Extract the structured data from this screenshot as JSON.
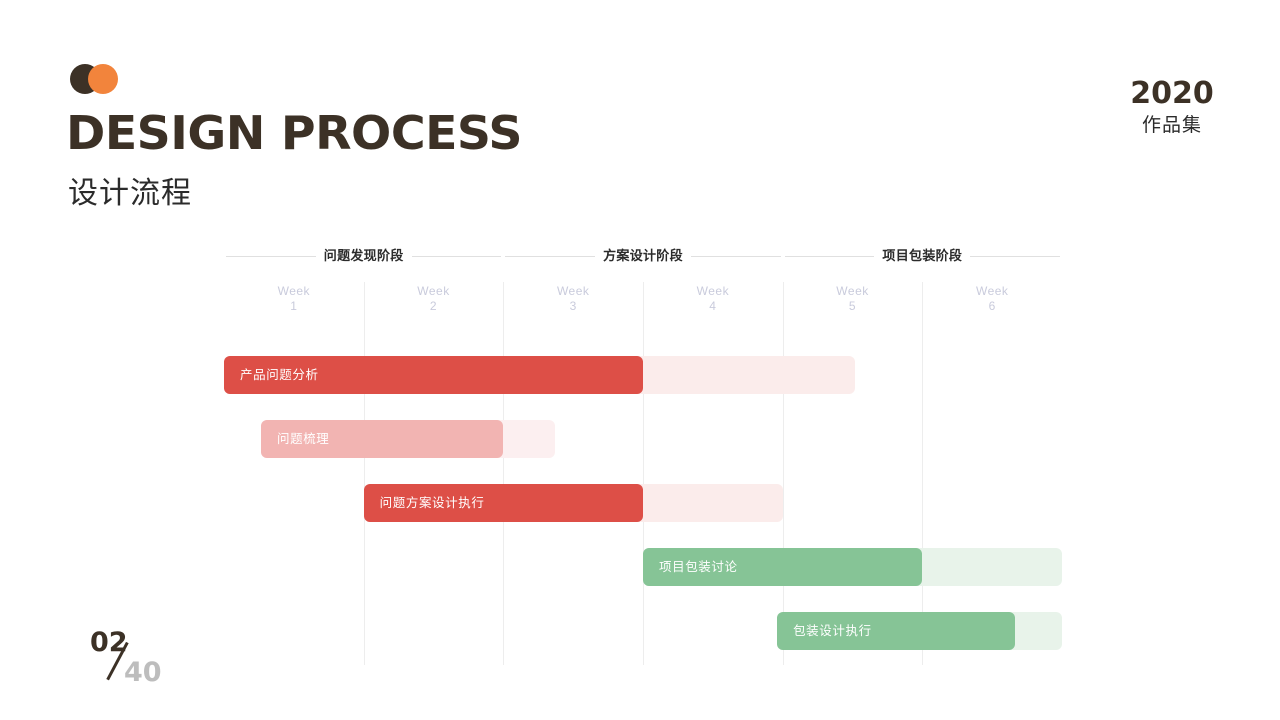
{
  "brand": {
    "logo_dark_color": "#3c3126",
    "logo_accent_color": "#f2843c"
  },
  "header": {
    "title_en": "DESIGN PROCESS",
    "title_cn": "设计流程",
    "year": "2020",
    "year_cn": "作品集"
  },
  "pager": {
    "current": "02",
    "total": "40"
  },
  "chart_data": {
    "type": "bar",
    "title": "设计流程",
    "xlabel": "",
    "ylabel": "",
    "grid": true,
    "legend": "none",
    "phases": [
      {
        "label": "问题发现阶段",
        "weeks": [
          "Week 1",
          "Week 2"
        ]
      },
      {
        "label": "方案设计阶段",
        "weeks": [
          "Week 3",
          "Week 4"
        ]
      },
      {
        "label": "项目包装阶段",
        "weeks": [
          "Week 5",
          "Week 6"
        ]
      }
    ],
    "categories": [
      "Week",
      "Week",
      "Week",
      "Week",
      "Week",
      "Week"
    ],
    "week_numbers": [
      "1",
      "2",
      "3",
      "4",
      "5",
      "6"
    ],
    "axis_unit": "week",
    "xlim": [
      0,
      6
    ],
    "tasks": [
      {
        "name": "产品问题分析",
        "start_week": 0.0,
        "fill_end_week": 3.0,
        "track_end_week": 4.52,
        "fill_color": "#dd4f47",
        "track_color": "#fbeceb",
        "text_color": "#ffffff"
      },
      {
        "name": "问题梳理",
        "start_week": 0.265,
        "fill_end_week": 2.0,
        "track_end_week": 2.37,
        "fill_color": "#f2b4b2",
        "track_color": "#fceff0",
        "text_color": "#ffffff"
      },
      {
        "name": "问题方案设计执行",
        "start_week": 1.0,
        "fill_end_week": 3.0,
        "track_end_week": 4.0,
        "fill_color": "#dd4f47",
        "track_color": "#fbeceb",
        "text_color": "#ffffff"
      },
      {
        "name": "项目包装讨论",
        "start_week": 3.0,
        "fill_end_week": 5.0,
        "track_end_week": 6.0,
        "fill_color": "#86c496",
        "track_color": "#e8f3ea",
        "text_color": "#ffffff"
      },
      {
        "name": "包装设计执行",
        "start_week": 3.96,
        "fill_end_week": 5.66,
        "track_end_week": 6.0,
        "fill_color": "#86c496",
        "track_color": "#e8f3ea",
        "text_color": "#ffffff"
      }
    ]
  }
}
